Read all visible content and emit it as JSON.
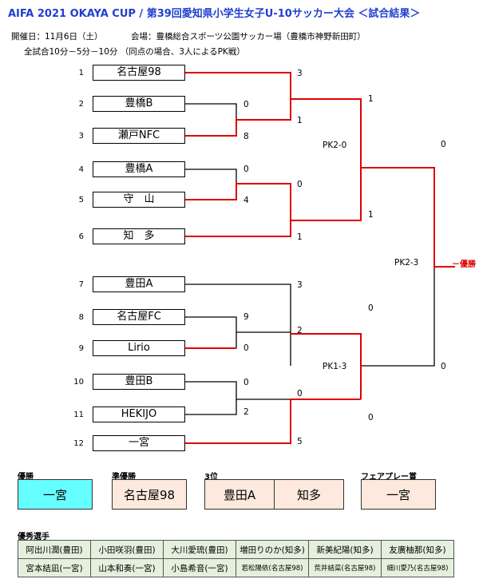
{
  "title": "AIFA 2021 OKAYA CUP / 第39回愛知県小学生女子U-10サッカー大会 ＜試合結果＞",
  "date_line": "開催日：11月6日（土）",
  "venue_line": "会場：豊橋総合スポーツ公園サッカー場（豊橋市神野新田町）",
  "rules_line": "全試合10分－5分－10分 （同点の場合、3人によるPK戦）",
  "bracket": {
    "seeds": [
      "1",
      "2",
      "3",
      "4",
      "5",
      "6",
      "7",
      "8",
      "9",
      "10",
      "11",
      "12"
    ],
    "teams": [
      "名古屋98",
      "豊橋B",
      "瀬戸NFC",
      "豊橋A",
      "守　山",
      "知　多",
      "豊田A",
      "名古屋FC",
      "Lirio",
      "豊田B",
      "HEKIJO",
      "一宮"
    ],
    "r1_scores": {
      "m2_team2": "0",
      "m2_team3": "8",
      "m3_team4": "0",
      "m3_team5": "4",
      "m4_team8": "9",
      "m4_team9": "0",
      "m5_team10": "0",
      "m5_team11": "2"
    },
    "qf_scores": {
      "team1": "3",
      "w23": "1",
      "w45": "0",
      "team6": "1",
      "team7": "3",
      "w89": "2",
      "w1011": "0",
      "team12": "5"
    },
    "sf_scores": {
      "top_a": "1",
      "top_b": "1",
      "bot_a": "0",
      "bot_b": "0"
    },
    "final_scores": {
      "top": "0",
      "bottom": "0"
    },
    "pk_sf_top": "PK2-0",
    "pk_sf_bottom": "PK1-3",
    "pk_final": "PK2-3",
    "winner_label": "優勝"
  },
  "results": {
    "champion_label": "優勝",
    "champion": "一宮",
    "runner_up_label": "準優勝",
    "runner_up": "名古屋98",
    "third_label": "3位",
    "third": [
      "豊田A",
      "知多"
    ],
    "fairplay_label": "フェアプレー賞",
    "fairplay": "一宮"
  },
  "mvp": {
    "label": "優秀選手",
    "row1": [
      "阿出川潤(豊田)",
      "小田咲羽(豊田)",
      "大川愛琉(豊田)",
      "増田りのか(知多)",
      "新美紀陽(知多)",
      "友廣柚那(知多)"
    ],
    "row2": [
      "宮本結凪(一宮)",
      "山本和奏(一宮)",
      "小島希音(一宮)",
      "若松陽依(名古屋98)",
      "荒井結菜(名古屋98)",
      "細川愛乃(名古屋98)"
    ]
  },
  "colors": {
    "title": "#1f3fd0",
    "win_line": "#e00000",
    "champion_bg": "#66ffff",
    "award_bg": "#fde9de",
    "mvp_bg": "#e4f0dd"
  }
}
